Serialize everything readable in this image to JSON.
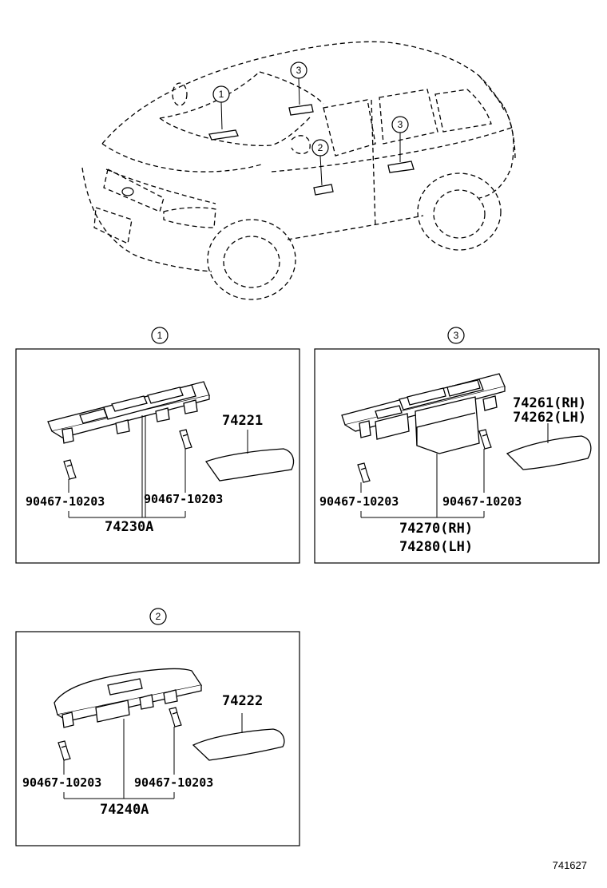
{
  "vehicle_callouts": [
    {
      "number": "1"
    },
    {
      "number": "2"
    },
    {
      "number": "3"
    },
    {
      "number": "3"
    }
  ],
  "panels": {
    "p1": {
      "callout": "1",
      "clip_left": "90467-10203",
      "clip_right": "90467-10203",
      "assembly": "74230A",
      "cover": "74221"
    },
    "p2": {
      "callout": "2",
      "clip_left": "90467-10203",
      "clip_right": "90467-10203",
      "assembly": "74240A",
      "cover": "74222"
    },
    "p3": {
      "callout": "3",
      "clip_left": "90467-10203",
      "clip_right": "90467-10203",
      "assembly_rh": "74270(RH)",
      "assembly_lh": "74280(LH)",
      "cover_rh": "74261(RH)",
      "cover_lh": "74262(LH)"
    }
  },
  "reference_number": "741627"
}
